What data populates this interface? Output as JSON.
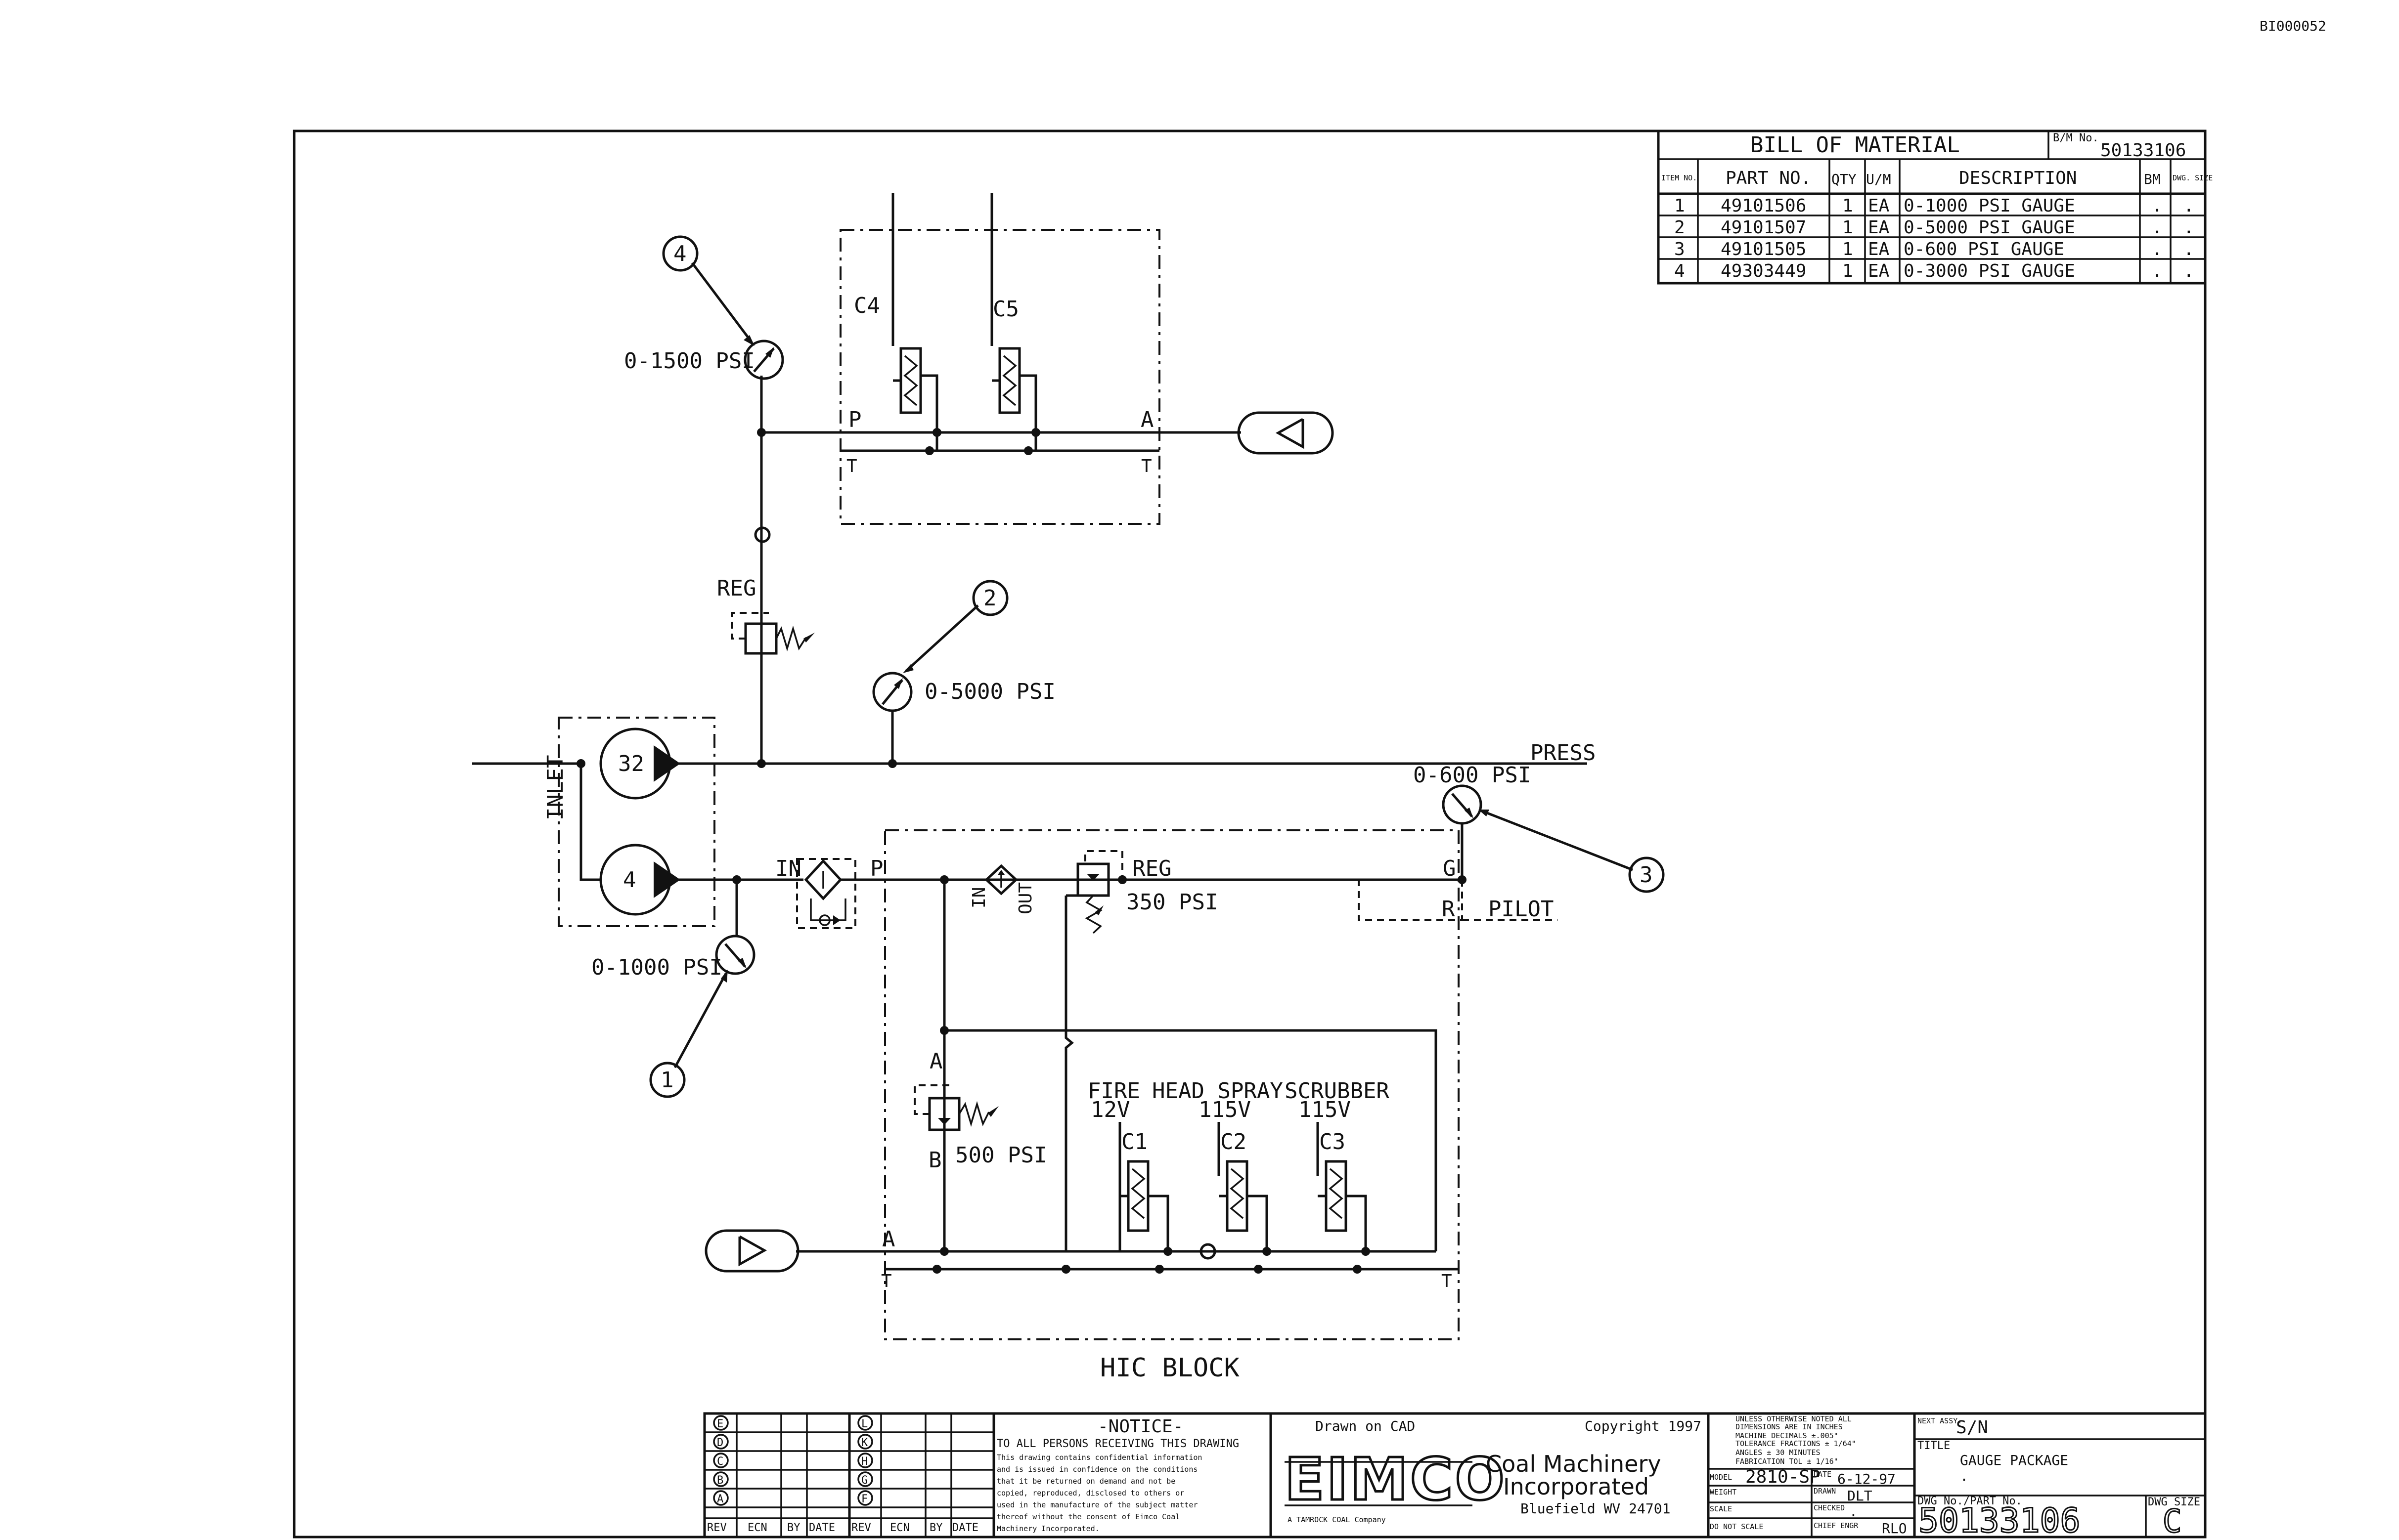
{
  "scan_id": "BI000052",
  "bom": {
    "title": "BILL OF MATERIAL",
    "bm_no_label": "B/M No.",
    "bm_no": "50133106",
    "headers": {
      "item": "ITEM NO.",
      "part": "PART NO.",
      "qty": "QTY",
      "um": "U/M",
      "desc": "DESCRIPTION",
      "bm": "BM",
      "dwg": "DWG. SIZE"
    },
    "rows": [
      {
        "item": "1",
        "part": "49101506",
        "qty": "1",
        "um": "EA",
        "desc": "0-1000 PSI GAUGE",
        "bm": ".",
        "dwg": "."
      },
      {
        "item": "2",
        "part": "49101507",
        "qty": "1",
        "um": "EA",
        "desc": "0-5000 PSI GAUGE",
        "bm": ".",
        "dwg": "."
      },
      {
        "item": "3",
        "part": "49101505",
        "qty": "1",
        "um": "EA",
        "desc": "0-600 PSI GAUGE",
        "bm": ".",
        "dwg": "."
      },
      {
        "item": "4",
        "part": "49303449",
        "qty": "1",
        "um": "EA",
        "desc": "0-3000 PSI GAUGE",
        "bm": ".",
        "dwg": "."
      }
    ]
  },
  "diagram": {
    "valve_c4": "C4",
    "valve_c5": "C5",
    "port_p": "P",
    "port_a": "A",
    "port_t": "T",
    "port_b": "B",
    "port_g": "G",
    "port_r": "R",
    "port_in": "IN",
    "port_out": "OUT",
    "gauge_1500": "0-1500 PSI",
    "gauge_5000": "0-5000 PSI",
    "gauge_600": "0-600 PSI",
    "gauge_1000": "0-1000 PSI",
    "reg": "REG",
    "press": "PRESS",
    "pilot": "PILOT",
    "inlet": "INLET",
    "pump_32": "32",
    "pump_4": "4",
    "psi_350": "350 PSI",
    "psi_500": "500 PSI",
    "fire": "FIRE",
    "fire_v": "12V",
    "head_spray": "HEAD SPRAY",
    "head_spray_v": "115V",
    "scrubber": "SCRUBBER",
    "scrubber_v": "115V",
    "c1": "C1",
    "c2": "C2",
    "c3": "C3",
    "hic_block": "HIC BLOCK",
    "callout_1": "1",
    "callout_2": "2",
    "callout_3": "3",
    "callout_4": "4"
  },
  "title_block": {
    "rev_letters_left": [
      "E",
      "D",
      "C",
      "B",
      "A"
    ],
    "rev_letters_right": [
      "L",
      "K",
      "H",
      "G",
      "F"
    ],
    "rev_footer": [
      "REV",
      "ECN",
      "BY",
      "DATE",
      "REV",
      "ECN",
      "BY",
      "DATE"
    ],
    "notice_title": "-NOTICE-",
    "notice_lead": "TO ALL PERSONS RECEIVING THIS DRAWING",
    "notice_lines": [
      "This drawing contains confidential information",
      "and is issued in confidence on the conditions",
      "that it be returned on demand and not be",
      "copied, reproduced, disclosed to others or",
      "used in the manufacture of the subject matter",
      "thereof without the consent of Eimco Coal",
      "Machinery Incorporated."
    ],
    "drawn_on": "Drawn on CAD",
    "copyright": "Copyright 1997",
    "logo": "EIMCO",
    "company_line1": "Coal Machinery",
    "company_line2": "Incorporated",
    "company_sub": "A TAMROCK COAL Company",
    "company_city": "Bluefield WV 24701",
    "tolerance_lines": [
      "UNLESS OTHERWISE NOTED ALL",
      "DIMENSIONS ARE IN INCHES",
      "MACHINE      DECIMALS ±.005\"",
      "TOLERANCE    FRACTIONS ± 1/64\"",
      "             ANGLES ± 30 MINUTES",
      "FABRICATION TOL ± 1/16\""
    ],
    "model_label": "MODEL",
    "model_value": "2810-SP",
    "date_label": "DATE",
    "date_value": "6-12-97",
    "weight_label": "WEIGHT",
    "drawn_label": "DRAWN",
    "drawn_value": "DLT",
    "scale_label": "SCALE",
    "checked_label": "CHECKED",
    "checked_value": ".",
    "no_scale_label": "DO NOT SCALE",
    "chief_label": "CHIEF ENGR",
    "chief_value": "RLO",
    "next_assy_label": "NEXT ASSY.",
    "next_assy_value": "S/N",
    "title_label": "TITLE",
    "title_value": "GAUGE PACKAGE",
    "title_extra": ".",
    "dwg_no_label": "DWG No./PART No.",
    "dwg_no": "50133106",
    "dwg_size_label": "DWG SIZE",
    "dwg_size": "C"
  }
}
